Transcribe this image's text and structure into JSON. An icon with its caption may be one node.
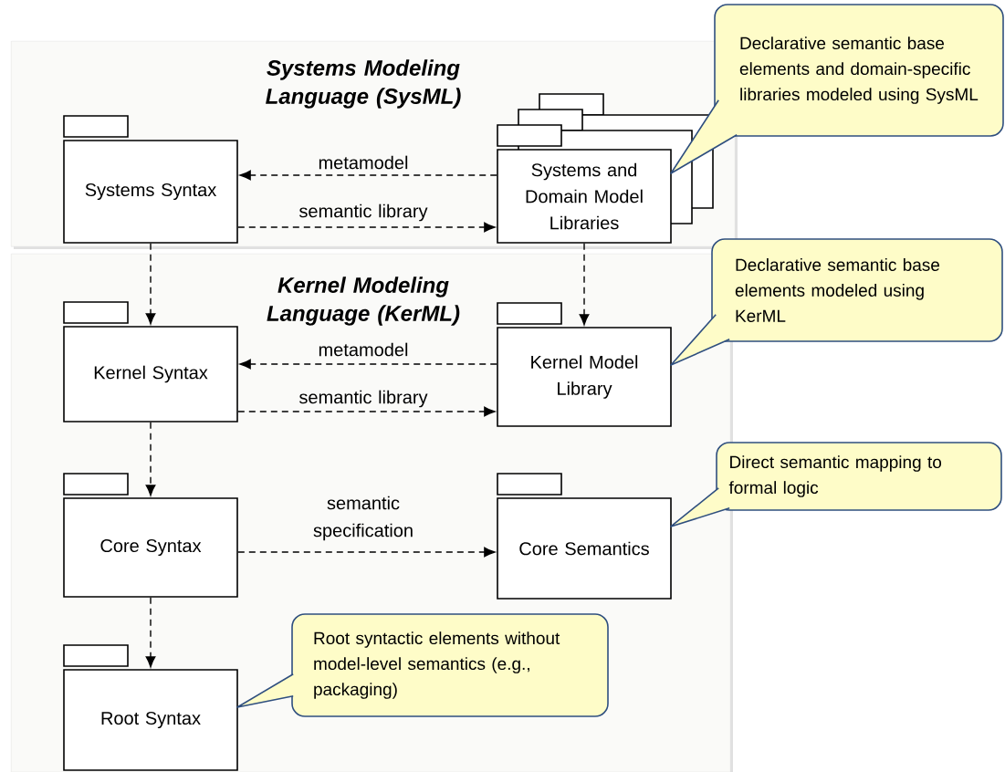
{
  "diagram": {
    "nodes": [
      {
        "text": [
          "Systems Modeling Language (SysML)"
        ]
      },
      {
        "text": [
          "Systems Syntax"
        ],
        "in": 0
      },
      {
        "text": [
          "Systems and Domain Model Libraries"
        ],
        "in": 0
      },
      {
        "text": [
          "Kernel Modeling Language (KerML)"
        ]
      },
      {
        "text": [
          "Kernel Syntax"
        ],
        "in": 3
      },
      {
        "text": [
          "Kernel Model Library"
        ],
        "in": 3
      },
      {
        "text": [
          "Core Syntax"
        ],
        "in": 3
      },
      {
        "text": [
          "Core Semantics"
        ],
        "in": 3
      },
      {
        "text": [
          "Root Syntax"
        ],
        "in": 3
      },
      {
        "text": [
          "Declarative semantic base elements and domain-specific libraries modeled using SysML"
        ]
      },
      {
        "text": [
          "Declarative semantic base elements modeled using KerML"
        ]
      },
      {
        "text": [
          "Direct semantic mapping to formal logic"
        ]
      },
      {
        "text": [
          "Root syntactic elements without model-level semantics (e.g., packaging)"
        ],
        "in": 3
      }
    ],
    "edges": [
      {
        "from": 2,
        "to": 1,
        "arrow": "to",
        "label": "metamodel",
        "style": "dashed"
      },
      {
        "from": 1,
        "to": 2,
        "arrow": "to",
        "label": "semantic library",
        "style": "dashed"
      },
      {
        "from": 1,
        "to": 4,
        "arrow": "to",
        "style": "dashed"
      },
      {
        "from": 2,
        "to": 5,
        "arrow": "to",
        "style": "dashed"
      },
      {
        "from": 5,
        "to": 4,
        "arrow": "to",
        "label": "metamodel",
        "style": "dashed"
      },
      {
        "from": 4,
        "to": 5,
        "arrow": "to",
        "label": "semantic library",
        "style": "dashed"
      },
      {
        "from": 4,
        "to": 6,
        "arrow": "to",
        "style": "dashed"
      },
      {
        "from": 6,
        "to": 7,
        "arrow": "to",
        "label": "semantic specification",
        "style": "dashed"
      },
      {
        "from": 6,
        "to": 8,
        "arrow": "to",
        "style": "dashed"
      }
    ]
  }
}
